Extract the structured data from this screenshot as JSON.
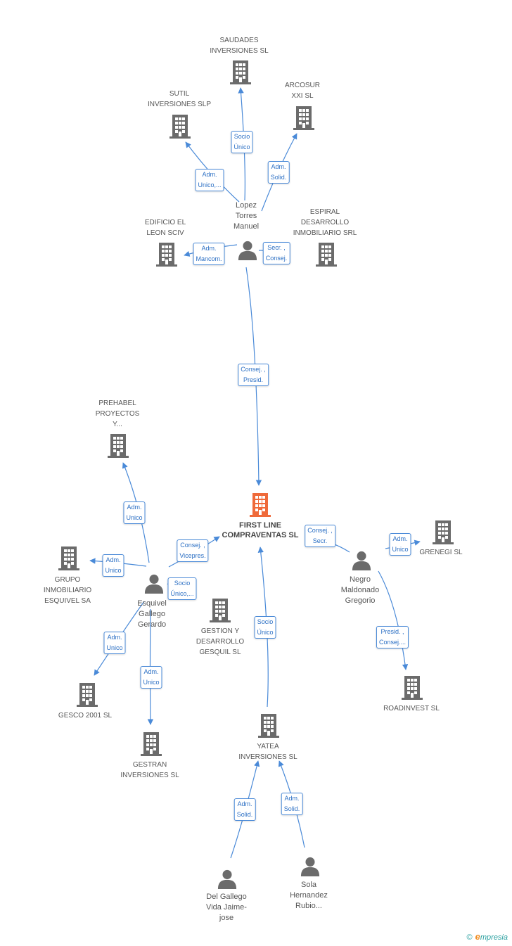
{
  "colors": {
    "edge": "#4a8ad8",
    "company": "#6b6b6b",
    "main_company": "#ef6a3a",
    "person": "#6b6b6b"
  },
  "nodes": {
    "main": {
      "label": [
        "FIRST LINE",
        "COMPRAVENTAS SL"
      ],
      "kind": "main"
    },
    "saudades": {
      "label": [
        "SAUDADES",
        "INVERSIONES SL"
      ],
      "kind": "company"
    },
    "sutil": {
      "label": [
        "SUTIL",
        "INVERSIONES SLP"
      ],
      "kind": "company"
    },
    "arcosur": {
      "label": [
        "ARCOSUR",
        "XXI SL"
      ],
      "kind": "company"
    },
    "edificio": {
      "label": [
        "EDIFICIO EL",
        "LEON SCIV"
      ],
      "kind": "company"
    },
    "espiral": {
      "label": [
        "ESPIRAL",
        "DESARROLLO",
        "INMOBILIARIO SRL"
      ],
      "kind": "company"
    },
    "lopez": {
      "label": [
        "Lopez",
        "Torres",
        "Manuel"
      ],
      "kind": "person"
    },
    "prehabel": {
      "label": [
        "PREHABEL",
        "PROYECTOS",
        "Y..."
      ],
      "kind": "company"
    },
    "grupo": {
      "label": [
        "GRUPO",
        "INMOBILIARIO",
        "ESQUIVEL SA"
      ],
      "kind": "company"
    },
    "esquivel": {
      "label": [
        "Esquivel",
        "Gallego",
        "Gerardo"
      ],
      "kind": "person"
    },
    "gestion": {
      "label": [
        "GESTION Y",
        "DESARROLLO",
        "GESQUIL SL"
      ],
      "kind": "company"
    },
    "gesco": {
      "label": [
        "GESCO 2001 SL"
      ],
      "kind": "company"
    },
    "gestran": {
      "label": [
        "GESTRAN",
        "INVERSIONES SL"
      ],
      "kind": "company"
    },
    "yatea": {
      "label": [
        "YATEA",
        "INVERSIONES SL"
      ],
      "kind": "company"
    },
    "delgallego": {
      "label": [
        "Del Gallego",
        "Vida Jaime-",
        "jose"
      ],
      "kind": "person"
    },
    "sola": {
      "label": [
        "Sola",
        "Hernandez",
        "Rubio..."
      ],
      "kind": "person"
    },
    "negro": {
      "label": [
        "Negro",
        "Maldonado",
        "Gregorio"
      ],
      "kind": "person"
    },
    "grenegi": {
      "label": [
        "GRENEGI SL"
      ],
      "kind": "company"
    },
    "roadinvest": {
      "label": [
        "ROADINVEST SL"
      ],
      "kind": "company"
    }
  },
  "edges": [
    {
      "from": "lopez",
      "to": "saudades",
      "label": [
        "Socio",
        "Único"
      ]
    },
    {
      "from": "lopez",
      "to": "sutil",
      "label": [
        "Adm.",
        "Unico,..."
      ]
    },
    {
      "from": "lopez",
      "to": "arcosur",
      "label": [
        "Adm.",
        "Solid."
      ]
    },
    {
      "from": "lopez",
      "to": "edificio",
      "label": [
        "Adm.",
        "Mancom."
      ]
    },
    {
      "from": "lopez",
      "to": "espiral",
      "label": [
        "Secr. ,",
        "Consej."
      ]
    },
    {
      "from": "lopez",
      "to": "main",
      "label": [
        "Consej. ,",
        "Presid."
      ]
    },
    {
      "from": "esquivel",
      "to": "prehabel",
      "label": [
        "Adm.",
        "Unico"
      ]
    },
    {
      "from": "esquivel",
      "to": "grupo",
      "label": [
        "Adm.",
        "Unico"
      ]
    },
    {
      "from": "esquivel",
      "to": "main",
      "label": [
        "Consej. ,",
        "Vicepres."
      ]
    },
    {
      "from": "esquivel",
      "to": "gestion",
      "label": [
        "Socio",
        "Único,..."
      ]
    },
    {
      "from": "esquivel",
      "to": "gesco",
      "label": [
        "Adm.",
        "Unico"
      ]
    },
    {
      "from": "esquivel",
      "to": "gestran",
      "label": [
        "Adm.",
        "Unico"
      ]
    },
    {
      "from": "yatea",
      "to": "main",
      "label": [
        "Socio",
        "Único"
      ]
    },
    {
      "from": "delgallego",
      "to": "yatea",
      "label": [
        "Adm.",
        "Solid."
      ]
    },
    {
      "from": "sola",
      "to": "yatea",
      "label": [
        "Adm.",
        "Solid."
      ]
    },
    {
      "from": "negro",
      "to": "main",
      "label": [
        "Consej. ,",
        "Secr."
      ]
    },
    {
      "from": "negro",
      "to": "grenegi",
      "label": [
        "Adm.",
        "Unico"
      ]
    },
    {
      "from": "negro",
      "to": "roadinvest",
      "label": [
        "Presid. ,",
        "Consej...."
      ]
    }
  ],
  "footer": {
    "copyright": "©",
    "brand_e": "e",
    "brand_rest": "mpresia"
  }
}
